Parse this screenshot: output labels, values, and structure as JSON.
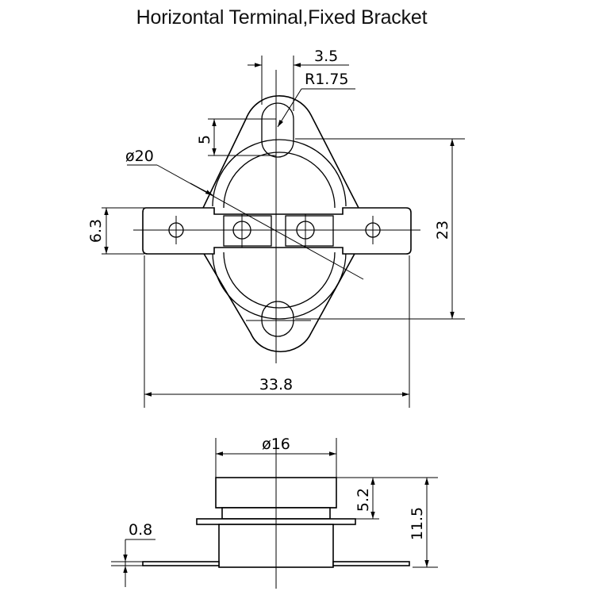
{
  "title": "Horizontal Terminal,Fixed Bracket",
  "dimensions": {
    "hole_width": "3.5",
    "hole_radius": "R1.75",
    "hole_height": "5",
    "outer_diameter": "ø20",
    "terminal_width": "6.3",
    "hole_spacing": "23",
    "total_length": "33.8",
    "cap_diameter": "ø16",
    "cap_height": "5.2",
    "total_height": "11.5",
    "bracket_thickness": "0.8"
  }
}
